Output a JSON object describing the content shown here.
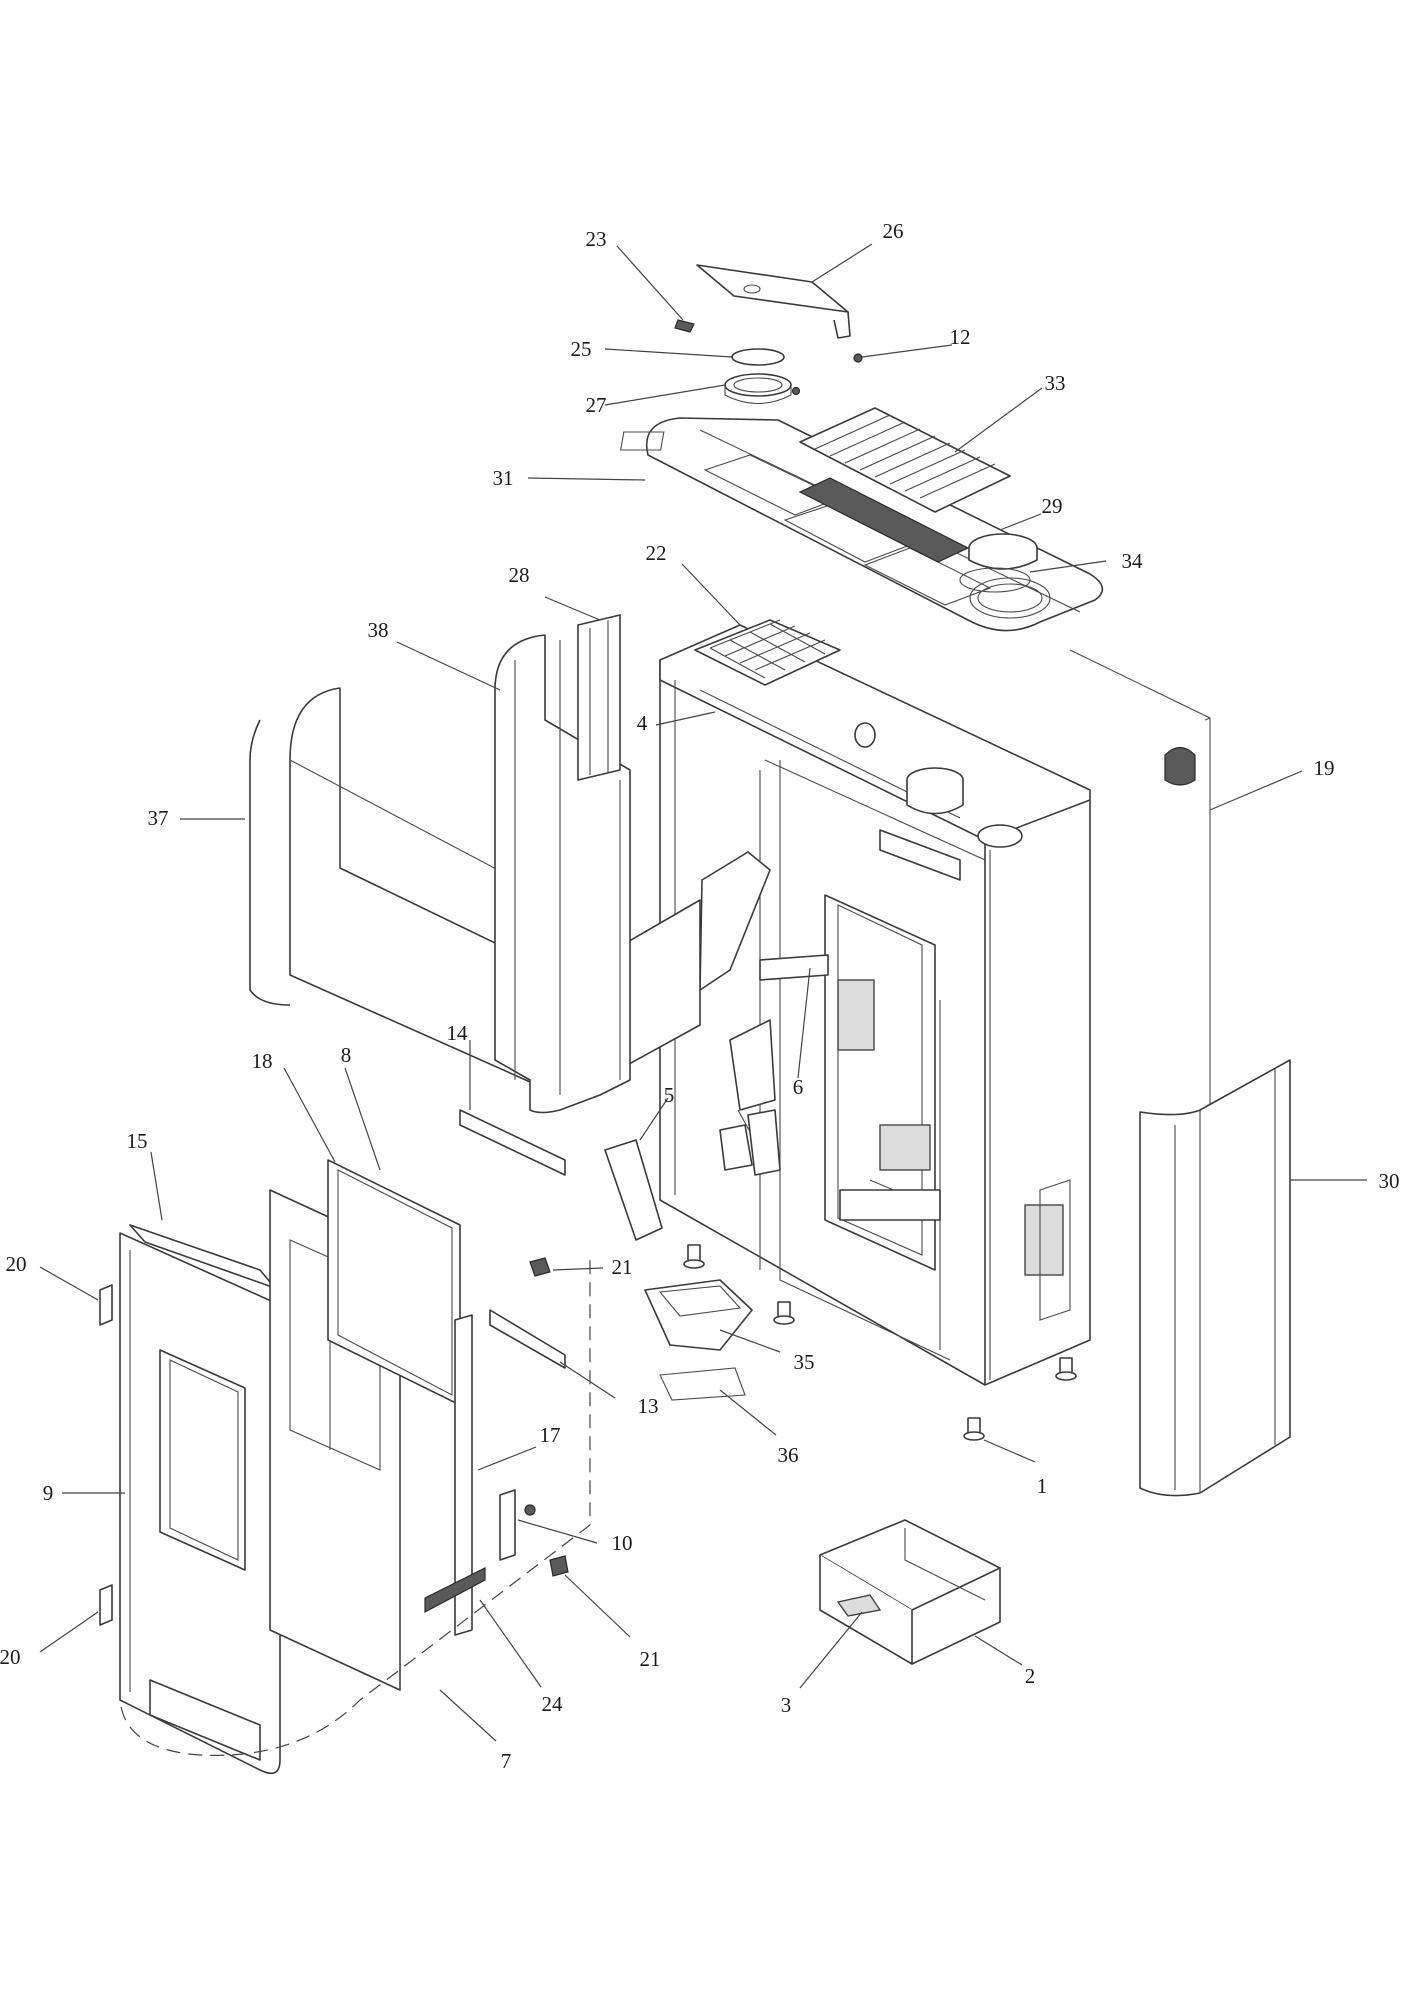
{
  "callouts": [
    {
      "id": "1",
      "label": "1"
    },
    {
      "id": "2",
      "label": "2"
    },
    {
      "id": "3",
      "label": "3"
    },
    {
      "id": "4",
      "label": "4"
    },
    {
      "id": "5",
      "label": "5"
    },
    {
      "id": "6",
      "label": "6"
    },
    {
      "id": "7",
      "label": "7"
    },
    {
      "id": "8",
      "label": "8"
    },
    {
      "id": "9",
      "label": "9"
    },
    {
      "id": "10",
      "label": "10"
    },
    {
      "id": "12",
      "label": "12"
    },
    {
      "id": "13",
      "label": "13"
    },
    {
      "id": "14",
      "label": "14"
    },
    {
      "id": "15",
      "label": "15"
    },
    {
      "id": "17",
      "label": "17"
    },
    {
      "id": "18",
      "label": "18"
    },
    {
      "id": "19",
      "label": "19"
    },
    {
      "id": "20a",
      "label": "20"
    },
    {
      "id": "20b",
      "label": "20"
    },
    {
      "id": "21a",
      "label": "21"
    },
    {
      "id": "21b",
      "label": "21"
    },
    {
      "id": "22",
      "label": "22"
    },
    {
      "id": "23",
      "label": "23"
    },
    {
      "id": "24",
      "label": "24"
    },
    {
      "id": "25",
      "label": "25"
    },
    {
      "id": "26",
      "label": "26"
    },
    {
      "id": "27",
      "label": "27"
    },
    {
      "id": "28",
      "label": "28"
    },
    {
      "id": "29",
      "label": "29"
    },
    {
      "id": "30",
      "label": "30"
    },
    {
      "id": "31",
      "label": "31"
    },
    {
      "id": "33",
      "label": "33"
    },
    {
      "id": "34",
      "label": "34"
    },
    {
      "id": "35",
      "label": "35"
    },
    {
      "id": "36",
      "label": "36"
    },
    {
      "id": "37",
      "label": "37"
    },
    {
      "id": "38",
      "label": "38"
    }
  ],
  "colors": {
    "line": "#3a3a3a",
    "background": "#ffffff",
    "grille": "#5a5a5a"
  }
}
